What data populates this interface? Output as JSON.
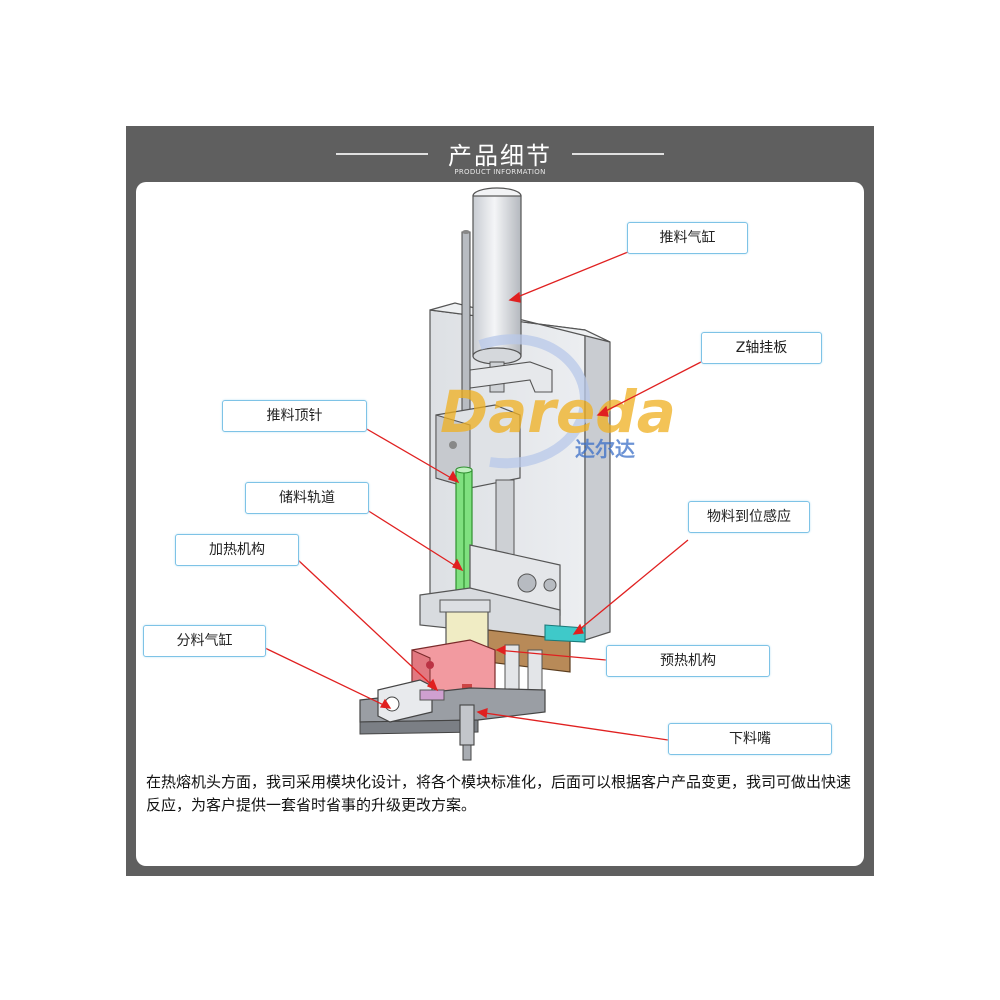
{
  "header": {
    "title": "产品细节",
    "subtitle": "PRODUCT INFORMATION"
  },
  "watermark": {
    "text": "Dareda",
    "cn_text": "达尔达",
    "color": "#f0b020"
  },
  "callouts": [
    {
      "id": "push-cylinder",
      "label": "推料气缸"
    },
    {
      "id": "z-axis-plate",
      "label": "Z轴挂板"
    },
    {
      "id": "push-pin",
      "label": "推料顶针"
    },
    {
      "id": "storage-track",
      "label": "储料轨道"
    },
    {
      "id": "material-sensor",
      "label": "物料到位感应"
    },
    {
      "id": "heating-mechanism",
      "label": "加热机构"
    },
    {
      "id": "split-cylinder",
      "label": "分料气缸"
    },
    {
      "id": "preheat-mechanism",
      "label": "预热机构"
    },
    {
      "id": "nozzle",
      "label": "下料嘴"
    }
  ],
  "description": "在热熔机头方面，我司采用模块化设计，将各个模块标准化，后面可以根据客户产品变更，我司可做出快速反应，为客户提供一套省时省事的升级更改方案。",
  "colors": {
    "frame": "#5f5f5f",
    "callout_border": "#7ec3e6",
    "leader": "#e02020"
  }
}
